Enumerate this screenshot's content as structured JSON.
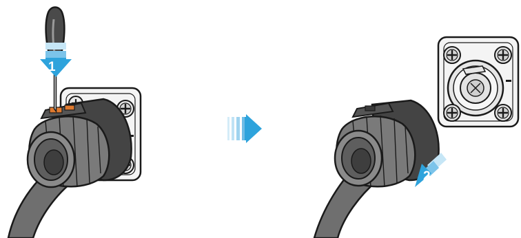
{
  "steps": [
    {
      "number": "1",
      "action": "press-down"
    },
    {
      "number": "2",
      "action": "pull-out"
    }
  ],
  "icons": {
    "step1_arrow": "arrow-down-icon",
    "transition_arrow": "arrow-right-icon",
    "step2_arrow": "arrow-diagonal-icon",
    "screwdriver": "screwdriver-icon",
    "screw": "phillips-screw-icon"
  },
  "colors": {
    "arrow_blue": "#2ea3dc",
    "arrow_light": "#9fd3ef",
    "cable": "#6f6f6f",
    "connector_body": "#7a7a7a",
    "outline": "#1a1a1a",
    "panel": "#f4f4f4",
    "latch": "#e07a2f"
  }
}
